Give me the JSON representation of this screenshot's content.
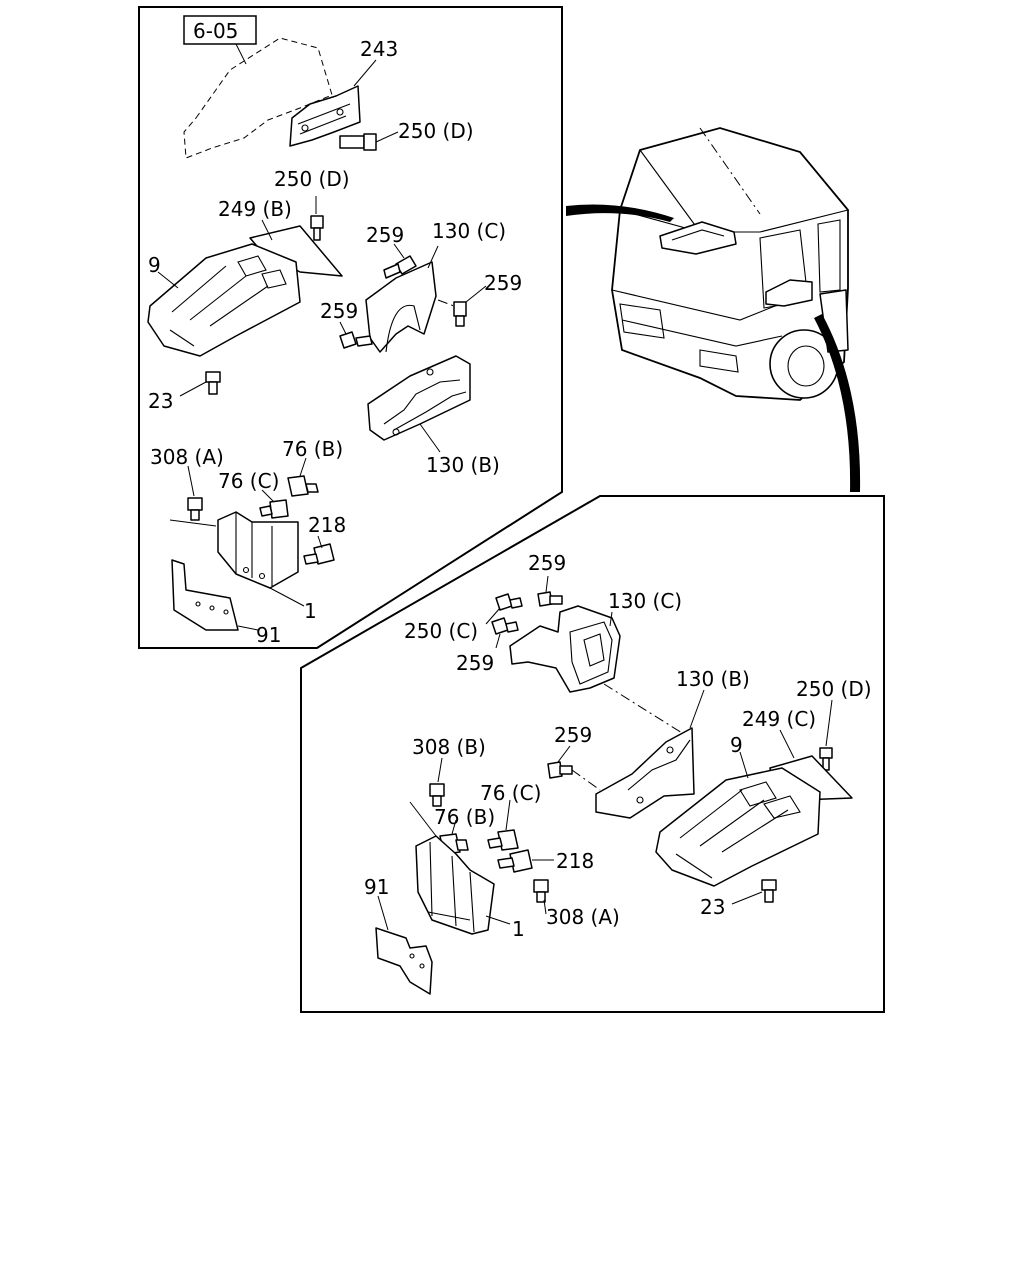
{
  "ref_box": "6-05",
  "top_panel": {
    "labels": {
      "l243": "243",
      "l250d_a": "250 (D)",
      "l250d_b": "250 (D)",
      "l249b": "249 (B)",
      "l9": "9",
      "l259_a": "259",
      "l130c": "130 (C)",
      "l259_b": "259",
      "l259_c": "259",
      "l23": "23",
      "l130b": "130 (B)",
      "l308a": "308 (A)",
      "l76b": "76 (B)",
      "l76c": "76 (C)",
      "l218": "218",
      "l1": "1",
      "l91": "91"
    }
  },
  "bottom_panel": {
    "labels": {
      "l259_a": "259",
      "l130c": "130 (C)",
      "l250c": "250 (C)",
      "l259_b": "259",
      "l130b": "130 (B)",
      "l250d": "250 (D)",
      "l249c": "249 (C)",
      "l308b": "308 (B)",
      "l259_c": "259",
      "l9": "9",
      "l76c": "76 (C)",
      "l76b": "76 (B)",
      "l218": "218",
      "l91": "91",
      "l308a": "308 (A)",
      "l23": "23",
      "l1": "1"
    }
  }
}
